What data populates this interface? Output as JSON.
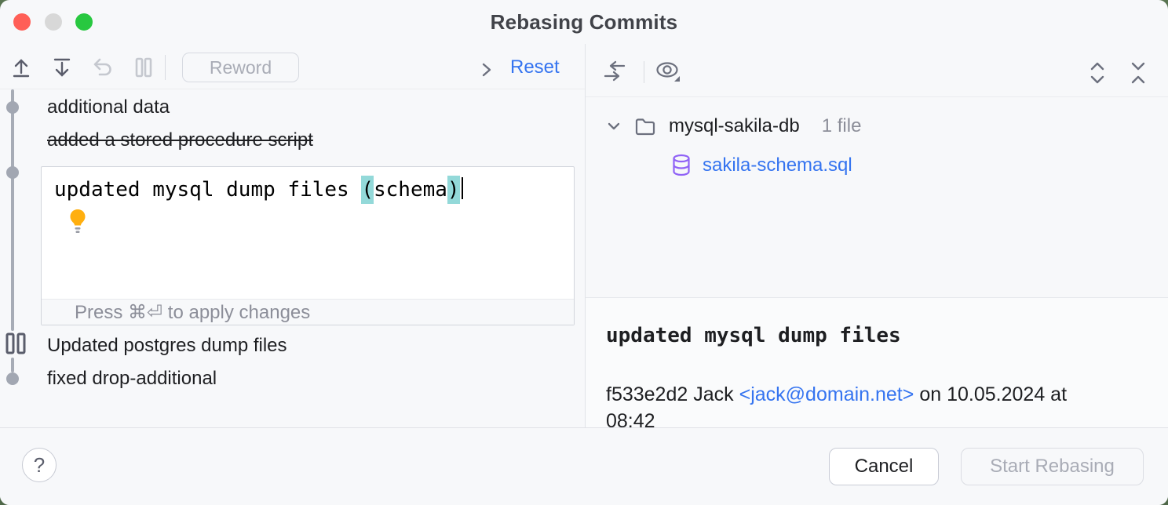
{
  "window": {
    "title": "Rebasing Commits"
  },
  "colors": {
    "accent_blue": "#3574F0",
    "brace_highlight": "#93D9D9",
    "lightbulb_yellow": "#FFB11B",
    "traffic_close": "#FF5F57",
    "traffic_minimize": "#D8D8D8",
    "traffic_zoom": "#28C840"
  },
  "left_toolbar": {
    "icons": {
      "move_up": "arrow-up-from-line",
      "move_down": "arrow-down-to-line",
      "undo": "curved-undo-arrow (disabled)",
      "pause": "pause-bars (disabled)"
    },
    "reword_label": "Reword",
    "expand_icon": "chevron-right",
    "reset_label": "Reset"
  },
  "commit_list": {
    "items": [
      {
        "label": "additional data",
        "marker": "commit-dot"
      },
      {
        "label": "added a stored procedure script",
        "marker": "none",
        "decoration": "strikethrough"
      },
      {
        "label": "updated mysql dump files (schema)",
        "marker": "commit-dot",
        "state": "editing"
      },
      {
        "label": "Updated postgres dump files",
        "marker": "pause-badge"
      },
      {
        "label": "fixed drop-additional",
        "marker": "commit-dot"
      }
    ]
  },
  "reword_editor": {
    "seg_before": "updated mysql dump files ",
    "paren_open": "(",
    "seg_word": "schema",
    "paren_close": ")",
    "lightbulb_icon": "intention-bulb",
    "hint": "Press ⌘⏎ to apply changes"
  },
  "right_toolbar": {
    "icons": {
      "show_diff": "swap-arrows",
      "preview": "eye-with-dropdown",
      "expand_all": "chevrons-outward",
      "collapse_all": "chevrons-inward"
    }
  },
  "file_tree": {
    "folder_label": "mysql-sakila-db",
    "folder_badge": "1 file",
    "folder_icon": "folder-outline",
    "file_icon": "database-cylinder",
    "file_label": "sakila-schema.sql"
  },
  "commit_details": {
    "subject": "updated mysql dump files",
    "meta_prefix": "f533e2d2 Jack",
    "meta_email": "<jack@domain.net>",
    "meta_suffix": "on 10.05.2024 at",
    "meta_time": "08:42"
  },
  "footer": {
    "help_label": "?",
    "cancel_label": "Cancel",
    "start_label": "Start Rebasing"
  }
}
